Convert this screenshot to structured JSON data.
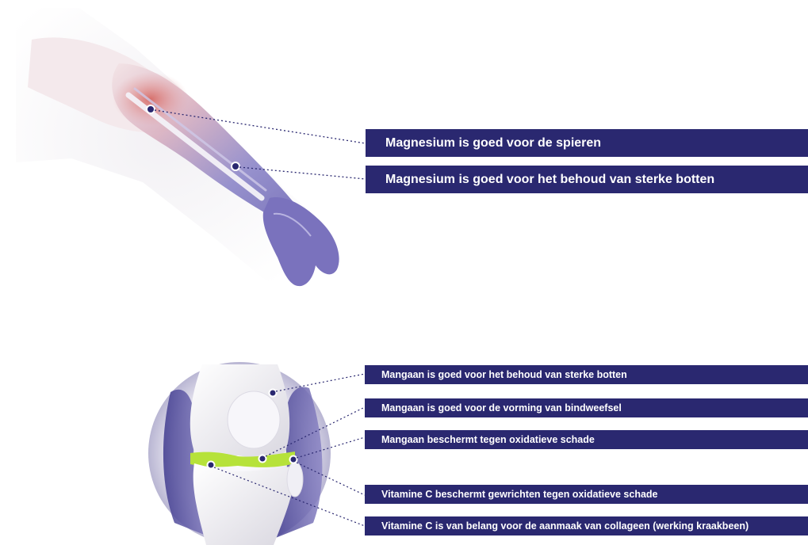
{
  "arm": {
    "icon": "arm-anatomy-illustration",
    "callouts": [
      "Magnesium is goed voor de spieren",
      "Magnesium is goed voor het behoud van sterke botten"
    ]
  },
  "knee": {
    "icon": "knee-joint-illustration",
    "callouts": [
      "Mangaan is goed voor het behoud van sterke botten",
      "Mangaan is goed voor de vorming van bindweefsel",
      "Mangaan beschermt tegen oxidatieve schade",
      "Vitamine C beschermt gewrichten tegen oxidatieve schade",
      "Vitamine C is van belang voor de aanmaak van collageen (werking kraakbeen)"
    ]
  },
  "colors": {
    "label_bg": "#2a2870",
    "label_text": "#ffffff",
    "muscle": "#d9827c",
    "bone_tint": "#8b84c9",
    "cartilage": "#b6e23a",
    "dot": "#2a2870"
  }
}
